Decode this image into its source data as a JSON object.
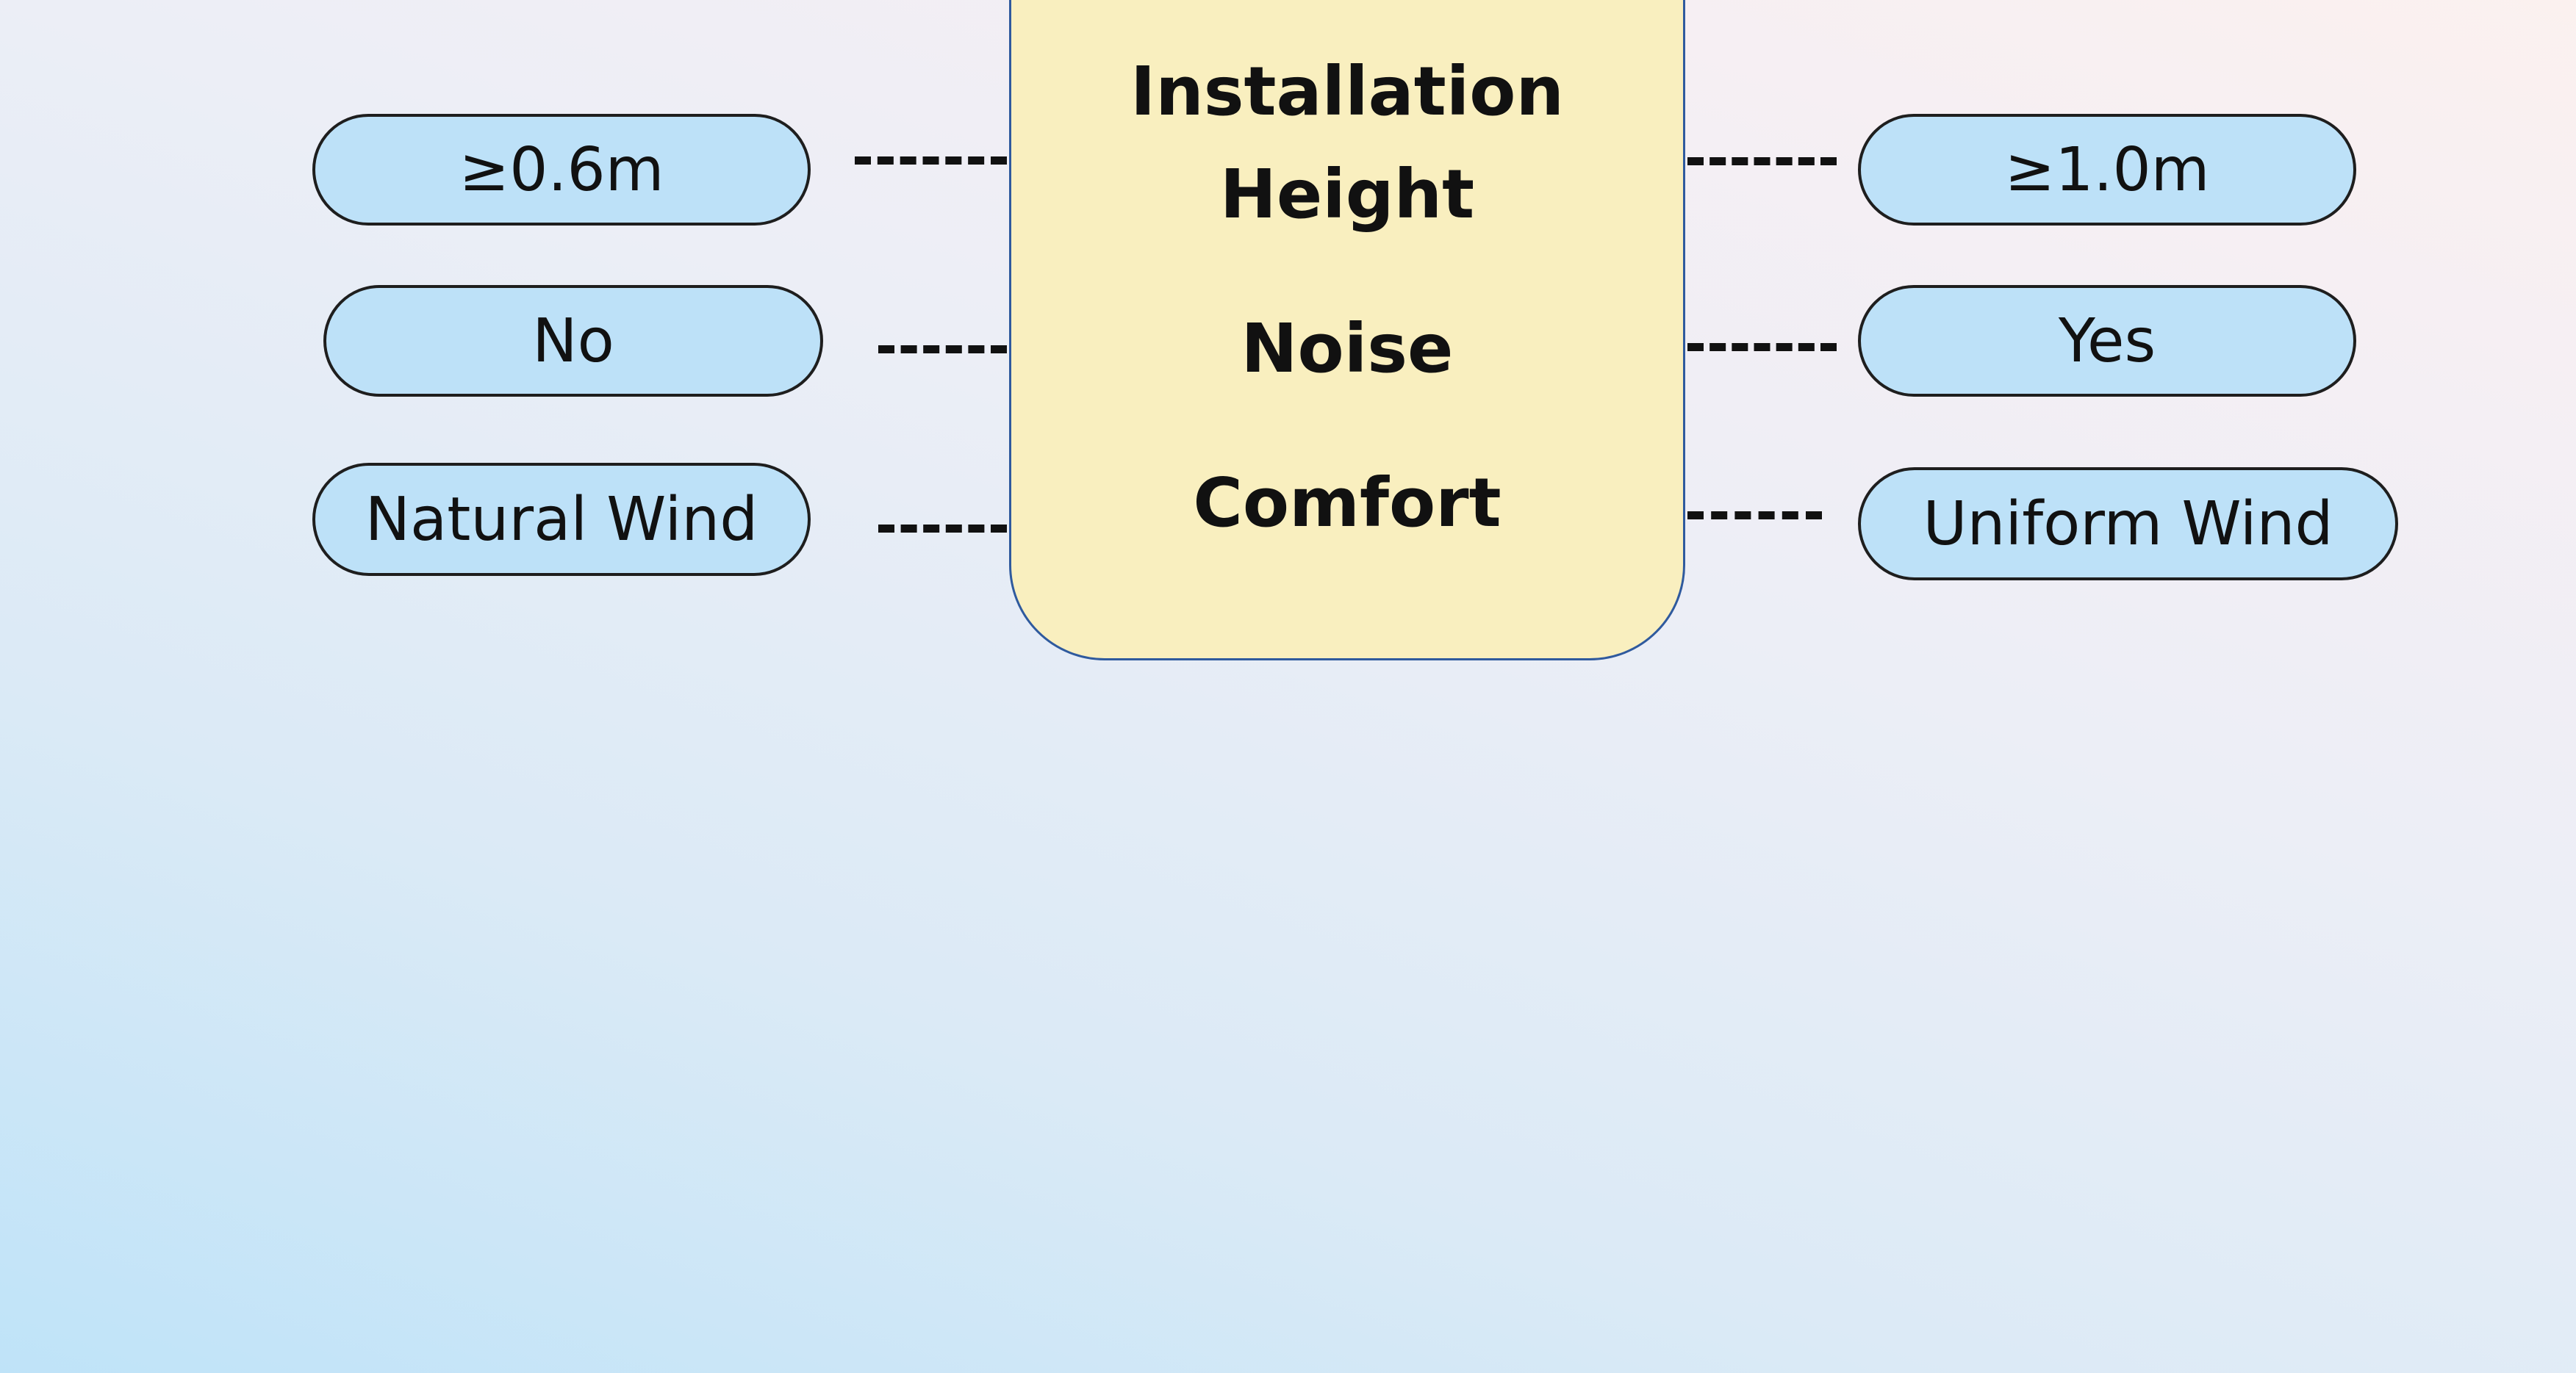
{
  "center": {
    "title_line1": "Installation",
    "title_line2": "Height",
    "noise": "Noise",
    "comfort": "Comfort"
  },
  "left_options": {
    "height": "≥0.6m",
    "noise": "No",
    "comfort": "Natural Wind"
  },
  "right_options": {
    "height": "≥1.0m",
    "noise": "Yes",
    "comfort": "Uniform Wind"
  },
  "colors": {
    "center_fill": "#f9efbf",
    "center_border": "#2f5a9e",
    "pill_fill": "#bde1f8",
    "pill_border": "#1e1e1e",
    "text": "#111111"
  }
}
